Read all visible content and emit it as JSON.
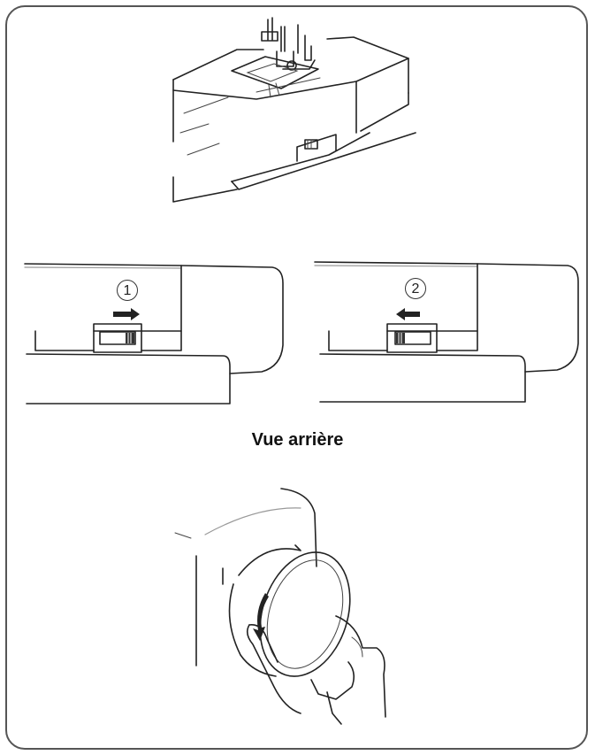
{
  "caption": "Vue arrière",
  "step_1_label": "1",
  "step_2_label": "2",
  "colors": {
    "line": "#222222",
    "frame": "#555555",
    "background": "#ffffff"
  }
}
